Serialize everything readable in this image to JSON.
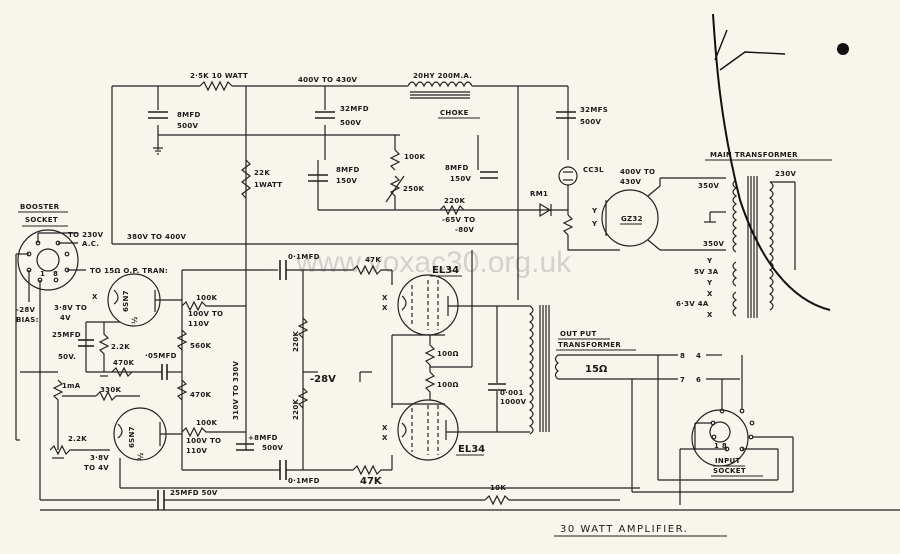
{
  "diagram": {
    "title": "30 WATT AMPLIFIER.",
    "watermark": "www.voxac30.org.uk",
    "power_supply": {
      "dropper_resistor": "2·5K 10 WATT",
      "b_plus_voltage": "400V TO 430V",
      "choke_rating": "20HY 200M.A.",
      "choke_label": "CHOKE",
      "cap1_value": "8MFD",
      "cap1_voltage": "500V",
      "cap2_value": "32MFD",
      "cap2_voltage": "500V",
      "cap3_value": "32MFS",
      "cap3_voltage": "500V",
      "bleeder_resistor": "22K",
      "bleeder_watt": "1WATT",
      "screen_voltage": "380V TO 400V"
    },
    "bias_supply": {
      "cap_a_value": "8MFD",
      "cap_a_voltage": "150V",
      "cap_b_value": "8MFD",
      "cap_b_voltage": "150V",
      "resistor_fixed": "100K",
      "resistor_pot": "250K",
      "resistor_series": "220K",
      "bias_voltage_line1": "-65V TO",
      "bias_voltage_line2": "-80V",
      "rectifier_label": "RM1",
      "stabiliser_tube": "CC3L"
    },
    "rectifier": {
      "tube": "GZ32",
      "voltage_line1": "400V TO",
      "voltage_line2": "430V",
      "heater_y1": "Y",
      "heater_y2": "Y"
    },
    "main_transformer": {
      "label": "MAIN TRANSFORMER",
      "primary": "230V",
      "secondary_top": "350V",
      "secondary_bottom": "350V",
      "heater_5v": "5V 3A",
      "heater_63v": "6·3V 4A",
      "y_tag": "Y",
      "x_tag": "X"
    },
    "booster_socket": {
      "label_line1": "BOOSTER",
      "label_line2": "SOCKET",
      "to_ac": "TO 230V",
      "ac": "A.C.",
      "to_op_tran": "TO 15Ω O.P. TRAN:",
      "bias_line1": "-28V",
      "bias_line2": "BIAS:",
      "pin_1": "1",
      "pin_8": "8"
    },
    "preamp": {
      "tube_top": "6SN7",
      "tube_bottom": "6SN7",
      "tube_half": "½",
      "heater_top_line1": "3·8V TO",
      "heater_top_line2": "4V",
      "heater_bot_line1": "3·8V",
      "heater_bot_line2": "TO 4V",
      "cathode_cap_value": "25MFD",
      "cathode_cap_voltage": "50V.",
      "cathode_resistor_top": "2.2K",
      "cathode_resistor_bottom": "2.2K",
      "grid_resistor_top": "470K",
      "coupling_cap": "·05MFD",
      "feedback_resistor": "330K",
      "bias_meter": "1mA",
      "plate_resistor_top": "100K",
      "plate_voltage_top_line1": "100V TO",
      "plate_voltage_top_line2": "110V",
      "plate_resistor_bottom": "100K",
      "plate_voltage_bot_line1": "100V TO",
      "plate_voltage_bot_line2": "110V",
      "divider_upper": "560K",
      "divider_lower": "470K",
      "supply_voltage": "310V TO 330V",
      "decoupling_cap_value": "+8MFD",
      "decoupling_cap_voltage": "500V",
      "bottom_cap_value": "25MFD 50V"
    },
    "power_amp": {
      "coupling_cap_top": "0·1MFD",
      "coupling_cap_bottom": "0·1MFD",
      "grid_leak_top": "220K",
      "grid_leak_bottom": "220K",
      "bias_voltage": "-28V",
      "grid_stopper_top": "47K",
      "grid_stopper_bottom": "47K",
      "tube_top": "EL34",
      "tube_bottom": "EL34",
      "screen_resistor_top": "100Ω",
      "screen_resistor_bottom": "100Ω",
      "snubber_cap_value": "0·001",
      "snubber_cap_voltage": "1000V",
      "feedback_resistor": "10K",
      "heater_tag": "X"
    },
    "output_transformer": {
      "label_line1": "OUT PUT",
      "label_line2": "TRANSFORMER",
      "impedance": "15Ω",
      "pin_8": "8",
      "pin_4": "4",
      "pin_7": "7",
      "pin_6": "6"
    },
    "input_socket": {
      "label_line1": "INPUT",
      "label_line2": "SOCKET",
      "pins": "1 8"
    }
  }
}
